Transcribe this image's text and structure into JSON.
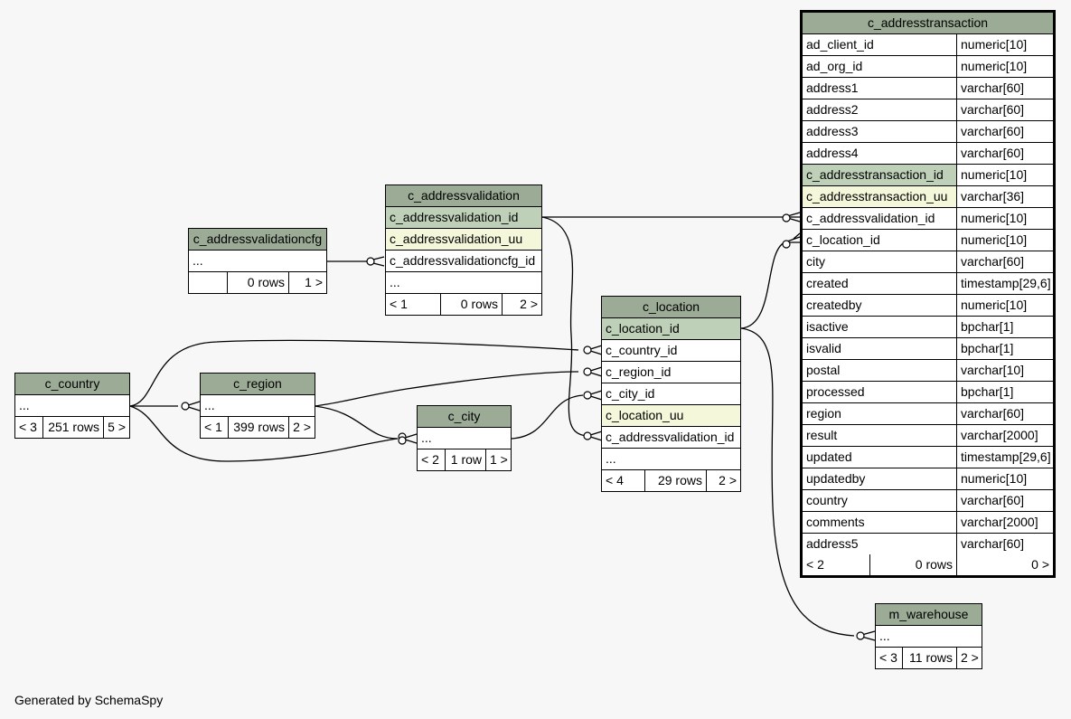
{
  "footer_text": "Generated by SchemaSpy",
  "tables": {
    "c_addresstransaction": {
      "name": "c_addresstransaction",
      "columns": [
        {
          "name": "ad_client_id",
          "type": "numeric[10]"
        },
        {
          "name": "ad_org_id",
          "type": "numeric[10]"
        },
        {
          "name": "address1",
          "type": "varchar[60]"
        },
        {
          "name": "address2",
          "type": "varchar[60]"
        },
        {
          "name": "address3",
          "type": "varchar[60]"
        },
        {
          "name": "address4",
          "type": "varchar[60]"
        },
        {
          "name": "c_addresstransaction_id",
          "type": "numeric[10]"
        },
        {
          "name": "c_addresstransaction_uu",
          "type": "varchar[36]"
        },
        {
          "name": "c_addressvalidation_id",
          "type": "numeric[10]"
        },
        {
          "name": "c_location_id",
          "type": "numeric[10]"
        },
        {
          "name": "city",
          "type": "varchar[60]"
        },
        {
          "name": "created",
          "type": "timestamp[29,6]"
        },
        {
          "name": "createdby",
          "type": "numeric[10]"
        },
        {
          "name": "isactive",
          "type": "bpchar[1]"
        },
        {
          "name": "isvalid",
          "type": "bpchar[1]"
        },
        {
          "name": "postal",
          "type": "varchar[10]"
        },
        {
          "name": "processed",
          "type": "bpchar[1]"
        },
        {
          "name": "region",
          "type": "varchar[60]"
        },
        {
          "name": "result",
          "type": "varchar[2000]"
        },
        {
          "name": "updated",
          "type": "timestamp[29,6]"
        },
        {
          "name": "updatedby",
          "type": "numeric[10]"
        },
        {
          "name": "country",
          "type": "varchar[60]"
        },
        {
          "name": "comments",
          "type": "varchar[2000]"
        },
        {
          "name": "address5",
          "type": "varchar[60]"
        }
      ],
      "footer": {
        "parents": "< 2",
        "rows": "0 rows",
        "children": "0 >"
      }
    },
    "c_addressvalidation": {
      "name": "c_addressvalidation",
      "columns": [
        "c_addressvalidation_id",
        "c_addressvalidation_uu",
        "c_addressvalidationcfg_id",
        "..."
      ],
      "footer": {
        "parents": "< 1",
        "rows": "0 rows",
        "children": "2 >"
      }
    },
    "c_addressvalidationcfg": {
      "name": "c_addressvalidationcfg",
      "columns": [
        "..."
      ],
      "footer": {
        "parents": "",
        "rows": "0 rows",
        "children": "1 >"
      }
    },
    "c_location": {
      "name": "c_location",
      "columns": [
        "c_location_id",
        "c_country_id",
        "c_region_id",
        "c_city_id",
        "c_location_uu",
        "c_addressvalidation_id",
        "..."
      ],
      "footer": {
        "parents": "< 4",
        "rows": "29 rows",
        "children": "2 >"
      }
    },
    "c_country": {
      "name": "c_country",
      "columns": [
        "..."
      ],
      "footer": {
        "parents": "< 3",
        "rows": "251 rows",
        "children": "5 >"
      }
    },
    "c_region": {
      "name": "c_region",
      "columns": [
        "..."
      ],
      "footer": {
        "parents": "< 1",
        "rows": "399 rows",
        "children": "2 >"
      }
    },
    "c_city": {
      "name": "c_city",
      "columns": [
        "..."
      ],
      "footer": {
        "parents": "< 2",
        "rows": "1 row",
        "children": "1 >"
      }
    },
    "m_warehouse": {
      "name": "m_warehouse",
      "columns": [
        "..."
      ],
      "footer": {
        "parents": "< 3",
        "rows": "11 rows",
        "children": "2 >"
      }
    }
  }
}
